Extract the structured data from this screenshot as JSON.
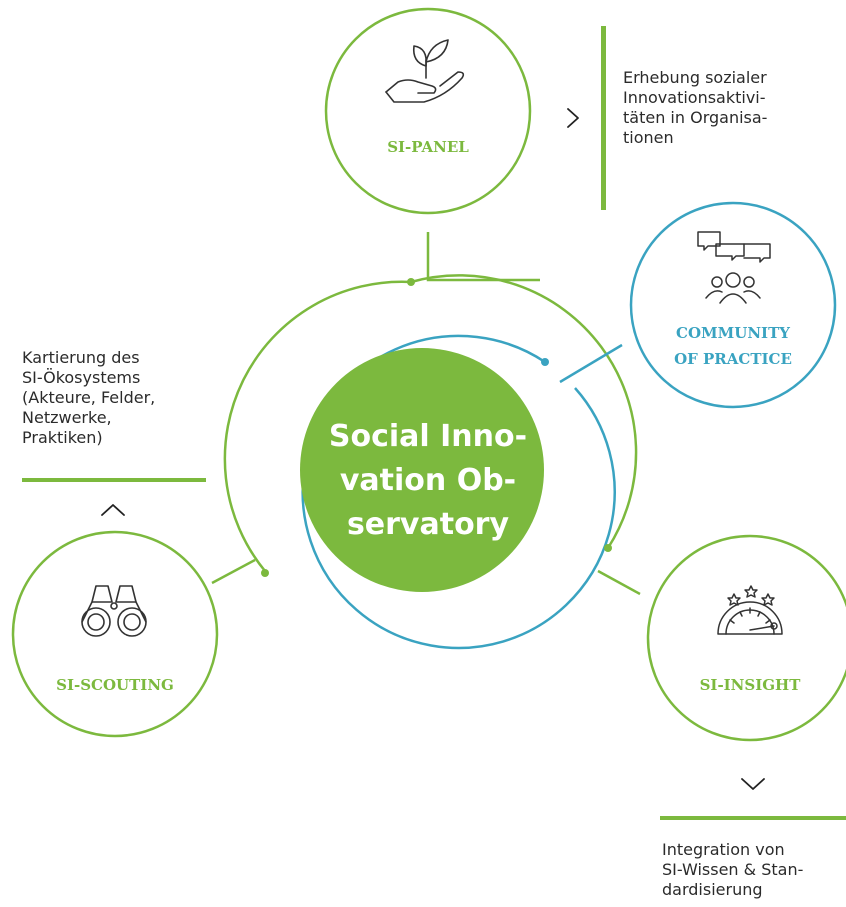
{
  "center": {
    "lines": [
      "Social Inno-",
      "vation Ob-",
      "servatory"
    ]
  },
  "nodes": {
    "panel": {
      "label": "SI-PANEL",
      "icon": "plant-in-hand-icon"
    },
    "community": {
      "label_lines": [
        "COMMUNITY",
        "OF PRACTICE"
      ],
      "icon": "speech-bubbles-people-icon"
    },
    "scouting": {
      "label": "SI-SCOUTING",
      "icon": "binoculars-icon"
    },
    "insight": {
      "label": "SI-INSIGHT",
      "icon": "gauge-stars-icon"
    }
  },
  "descriptions": {
    "panel": [
      "Erhebung sozialer",
      "Innovationsaktivi-",
      "täten in Organisa-",
      "tionen"
    ],
    "scouting": [
      "Kartierung des",
      "SI-Ökosystems",
      "(Akteure, Felder,",
      "Netzwerke,",
      "Praktiken)"
    ],
    "insight": [
      "Integration von",
      "SI-Wissen & Stan-",
      "dardisierung"
    ]
  },
  "colors": {
    "green": "#7cb93e",
    "blue": "#3aa3c1",
    "text": "#2b2b2b"
  }
}
